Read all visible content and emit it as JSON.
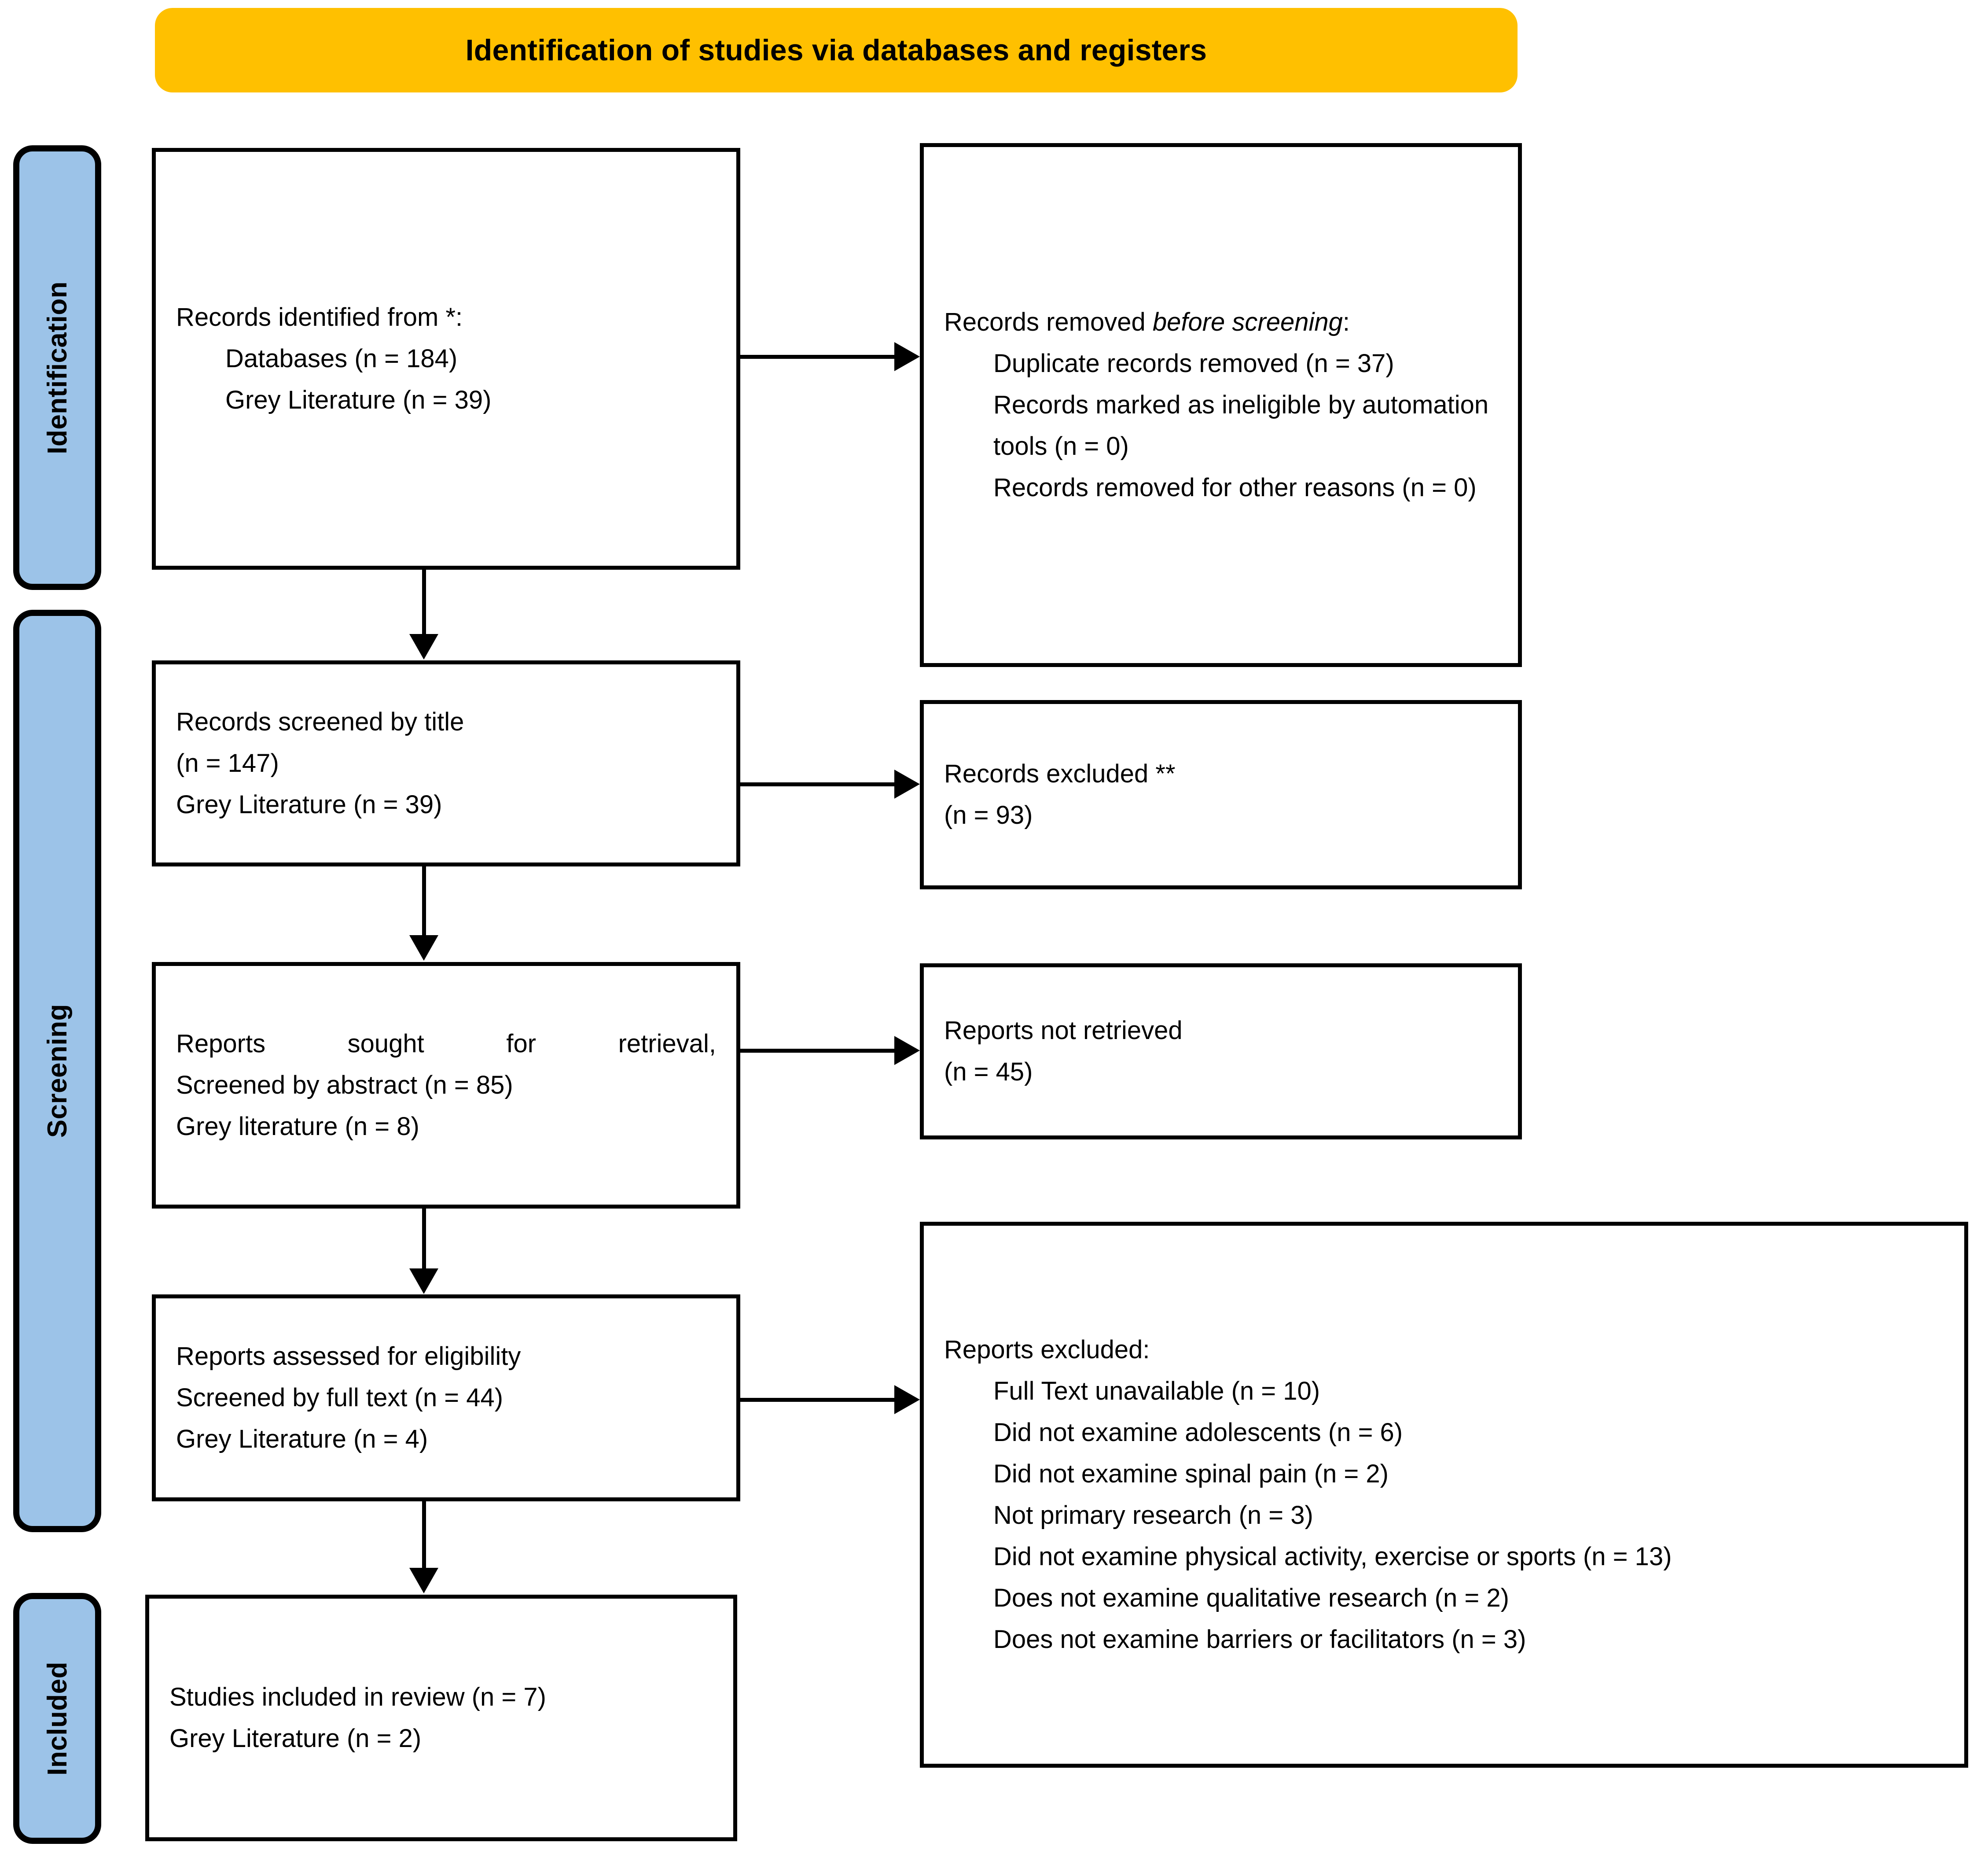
{
  "header": {
    "title": "Identification of studies via databases and registers",
    "background_color": "#FFC000"
  },
  "stages": {
    "sidebar_color": "#9CC3E8",
    "items": [
      {
        "label": "Identification"
      },
      {
        "label": "Screening"
      },
      {
        "label": "Included"
      }
    ]
  },
  "boxes": {
    "identified": {
      "title": "Records identified from *:",
      "lines": [
        "Databases (n = 184)",
        "Grey Literature (n = 39)"
      ]
    },
    "removed_before": {
      "title_plain": "Records removed ",
      "title_italic": "before screening",
      "title_tail": ":",
      "lines": [
        "Duplicate records removed (n = 37)",
        "Records marked as ineligible by automation tools (n = 0)",
        "Records removed for other rea­sons (n = 0)"
      ]
    },
    "screened_title": {
      "lines": [
        "Records screened by title",
        "(n = 147)",
        "Grey Literature (n = 39)"
      ]
    },
    "records_excluded": {
      "lines": [
        "Records excluded **",
        "(n = 93)"
      ]
    },
    "sought_retrieval": {
      "line_justified": "Reports sought for retrieval,",
      "lines": [
        "Screened by abstract (n = 85)",
        "Grey literature (n = 8)"
      ]
    },
    "not_retrieved": {
      "lines": [
        "Reports not retrieved",
        "(n = 45)"
      ]
    },
    "assessed": {
      "lines": [
        "Reports assessed for eligibility",
        "Screened by full text (n = 44)",
        "Grey Literature (n = 4)"
      ]
    },
    "reports_excluded": {
      "title": "Reports excluded:",
      "lines": [
        "Full Text unavailable (n = 10)",
        "Did not examine adolescents (n = 6)",
        "Did not examine spinal pain (n = 2)",
        "Not primary research (n = 3)",
        "Did not examine physical activity, exercise or sports (n = 13)",
        "Does not examine qualitative research (n = 2)",
        "Does not examine barriers or facilitators (n = 3)"
      ]
    },
    "included": {
      "lines": [
        "Studies included in review (n = 7)",
        "Grey Literature (n = 2)"
      ]
    }
  }
}
